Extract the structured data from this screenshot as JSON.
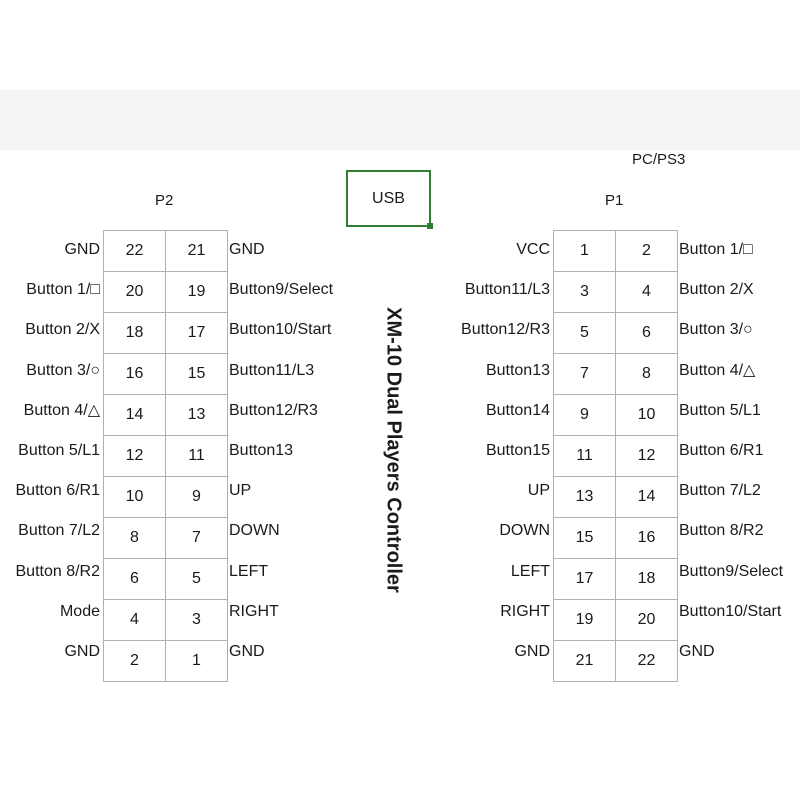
{
  "headings": {
    "pc_ps3": "PC/PS3",
    "p2": "P2",
    "p1": "P1",
    "usb": "USB"
  },
  "title": "XM-10 Dual Players Controller",
  "p2": {
    "rows": [
      {
        "left_label": "GND",
        "left_pin": "22",
        "right_pin": "21",
        "right_label": "GND"
      },
      {
        "left_label": "Button 1/□",
        "left_pin": "20",
        "right_pin": "19",
        "right_label": "Button9/Select"
      },
      {
        "left_label": "Button 2/X",
        "left_pin": "18",
        "right_pin": "17",
        "right_label": "Button10/Start"
      },
      {
        "left_label": "Button 3/○",
        "left_pin": "16",
        "right_pin": "15",
        "right_label": "Button11/L3"
      },
      {
        "left_label": "Button 4/△",
        "left_pin": "14",
        "right_pin": "13",
        "right_label": "Button12/R3"
      },
      {
        "left_label": "Button 5/L1",
        "left_pin": "12",
        "right_pin": "11",
        "right_label": "Button13"
      },
      {
        "left_label": "Button 6/R1",
        "left_pin": "10",
        "right_pin": "9",
        "right_label": "UP"
      },
      {
        "left_label": "Button 7/L2",
        "left_pin": "8",
        "right_pin": "7",
        "right_label": "DOWN"
      },
      {
        "left_label": "Button 8/R2",
        "left_pin": "6",
        "right_pin": "5",
        "right_label": "LEFT"
      },
      {
        "left_label": "Mode",
        "left_pin": "4",
        "right_pin": "3",
        "right_label": "RIGHT"
      },
      {
        "left_label": "GND",
        "left_pin": "2",
        "right_pin": "1",
        "right_label": "GND"
      }
    ]
  },
  "p1": {
    "rows": [
      {
        "left_label": "VCC",
        "left_pin": "1",
        "right_pin": "2",
        "right_label": "Button 1/□"
      },
      {
        "left_label": "Button11/L3",
        "left_pin": "3",
        "right_pin": "4",
        "right_label": "Button 2/X"
      },
      {
        "left_label": "Button12/R3",
        "left_pin": "5",
        "right_pin": "6",
        "right_label": "Button 3/○"
      },
      {
        "left_label": "Button13",
        "left_pin": "7",
        "right_pin": "8",
        "right_label": "Button 4/△"
      },
      {
        "left_label": "Button14",
        "left_pin": "9",
        "right_pin": "10",
        "right_label": "Button 5/L1"
      },
      {
        "left_label": "Button15",
        "left_pin": "11",
        "right_pin": "12",
        "right_label": "Button 6/R1"
      },
      {
        "left_label": "UP",
        "left_pin": "13",
        "right_pin": "14",
        "right_label": "Button 7/L2"
      },
      {
        "left_label": "DOWN",
        "left_pin": "15",
        "right_pin": "16",
        "right_label": "Button 8/R2"
      },
      {
        "left_label": "LEFT",
        "left_pin": "17",
        "right_pin": "18",
        "right_label": "Button9/Select"
      },
      {
        "left_label": "RIGHT",
        "left_pin": "19",
        "right_pin": "20",
        "right_label": "Button10/Start"
      },
      {
        "left_label": "GND",
        "left_pin": "21",
        "right_pin": "22",
        "right_label": "GND"
      }
    ]
  },
  "colors": {
    "usb_border": "#2e7d32",
    "grid_line": "#b0b0b0",
    "top_band": "#f4f4f4"
  }
}
